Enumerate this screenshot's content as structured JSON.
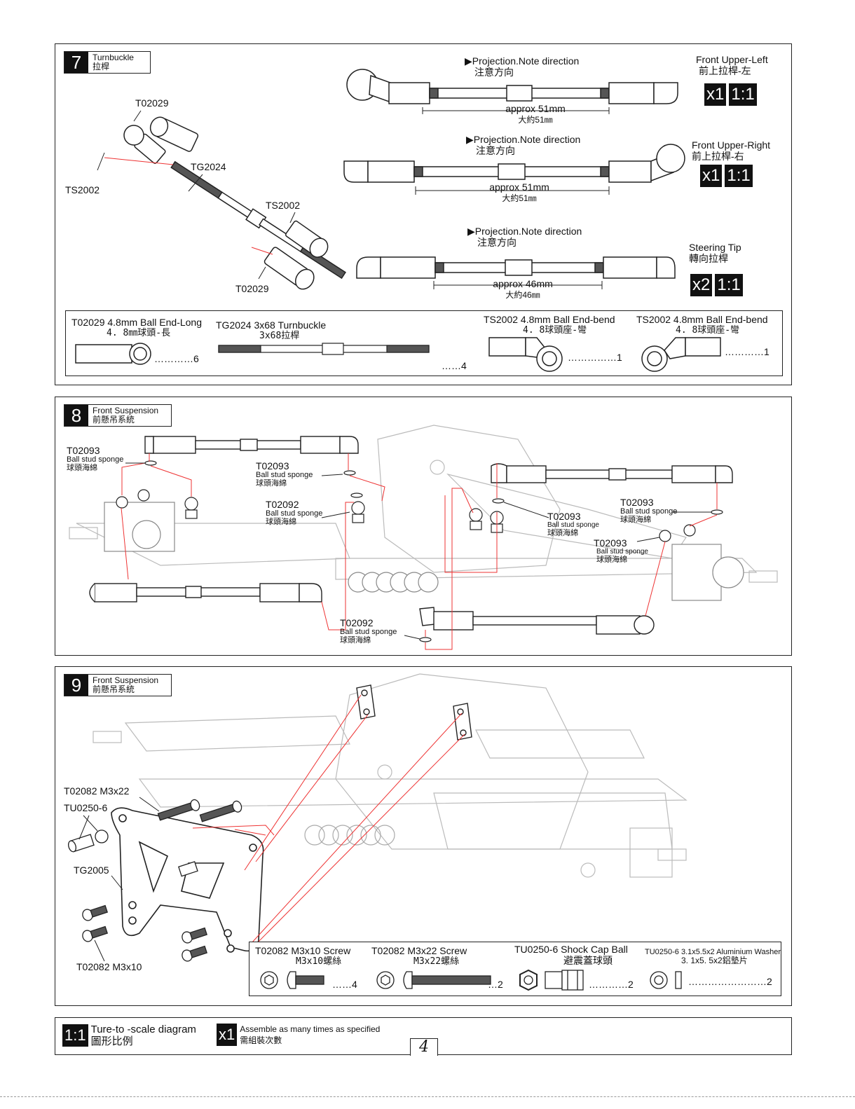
{
  "step7": {
    "num": "7",
    "title_en": "Turnbuckle",
    "title_zh": "拉桿",
    "labels": {
      "t02029_a": "T02029",
      "ts2002_a": "TS2002",
      "tg2024": "TG2024",
      "ts2002_b": "TS2002",
      "t02029_b": "T02029"
    },
    "rows": [
      {
        "note_en": "Projection.Note direction",
        "note_zh": "注意方向",
        "len_en": "approx 51mm",
        "len_zh": "大約51㎜",
        "name_en": "Front Upper-Left",
        "name_zh": "前上拉桿-左",
        "qty": "x1",
        "scale": "1:1"
      },
      {
        "note_en": "Projection.Note direction",
        "note_zh": "注意方向",
        "len_en": "approx 51mm",
        "len_zh": "大約51㎜",
        "name_en": "Front Upper-Right",
        "name_zh": "前上拉桿-右",
        "qty": "x1",
        "scale": "1:1"
      },
      {
        "note_en": "Projection.Note direction",
        "note_zh": "注意方向",
        "len_en": "approx 46mm",
        "len_zh": "大約46㎜",
        "name_en": "Steering Tip",
        "name_zh": "轉向拉桿",
        "qty": "x2",
        "scale": "1:1"
      }
    ],
    "parts": [
      {
        "name": "T02029 4.8mm Ball End-Long",
        "zh": "4. 8㎜球頭-長",
        "count": "…………6"
      },
      {
        "name": "TG2024  3x68 Turnbuckle",
        "zh": "3x68拉桿",
        "count": "……4"
      },
      {
        "name": "TS2002 4.8mm Ball End-bend",
        "zh": "4. 8球頭座-彎",
        "count": "……………1"
      },
      {
        "name": "TS2002 4.8mm Ball End-bend",
        "zh": "4. 8球頭座-彎",
        "count": "…………1"
      }
    ]
  },
  "step8": {
    "num": "8",
    "title_en": "Front Suspension",
    "title_zh": "前懸吊系統",
    "callouts": [
      {
        "code": "T02093",
        "en": "Ball stud sponge",
        "zh": "球頭海綿"
      },
      {
        "code": "T02093",
        "en": "Ball stud sponge",
        "zh": "球頭海綿"
      },
      {
        "code": "T02092",
        "en": "Ball stud sponge",
        "zh": "球頭海綿"
      },
      {
        "code": "T02093",
        "en": "Ball stud sponge",
        "zh": "球頭海綿"
      },
      {
        "code": "T02093",
        "en": "Ball stud sponge",
        "zh": "球頭海綿"
      },
      {
        "code": "T02093",
        "en": "Ball stud sponge",
        "zh": "球頭海綿"
      },
      {
        "code": "T02092",
        "en": "Ball stud sponge",
        "zh": "球頭海綿"
      }
    ]
  },
  "step9": {
    "num": "9",
    "title_en": "Front Suspension",
    "title_zh": "前懸吊系統",
    "labels": {
      "m3x22": "T02082 M3x22",
      "tu0250": "TU0250-6",
      "tg2005": "TG2005",
      "m3x10": "T02082 M3x10"
    },
    "parts": [
      {
        "name": "T02082 M3x10 Screw",
        "zh": "M3x10螺絲",
        "count": "……4"
      },
      {
        "name": "T02082 M3x22 Screw",
        "zh": "M3x22螺絲",
        "count": "…2"
      },
      {
        "name": "TU0250-6 Shock Cap Ball",
        "zh": "避震蓋球頭",
        "count": "…………2"
      },
      {
        "name": "TU0250-6 3.1x5.5x2 Aluminium Washer",
        "zh": "3. 1x5. 5x2鋁墊片",
        "count": "……………………2"
      }
    ]
  },
  "footer": {
    "scale_badge": "1:1",
    "scale_en": "Ture-to -scale diagram",
    "scale_zh": "圖形比例",
    "qty_badge": "x1",
    "qty_en": "Assemble as many times as specified",
    "qty_zh": "需組裝次數",
    "page": "4"
  }
}
